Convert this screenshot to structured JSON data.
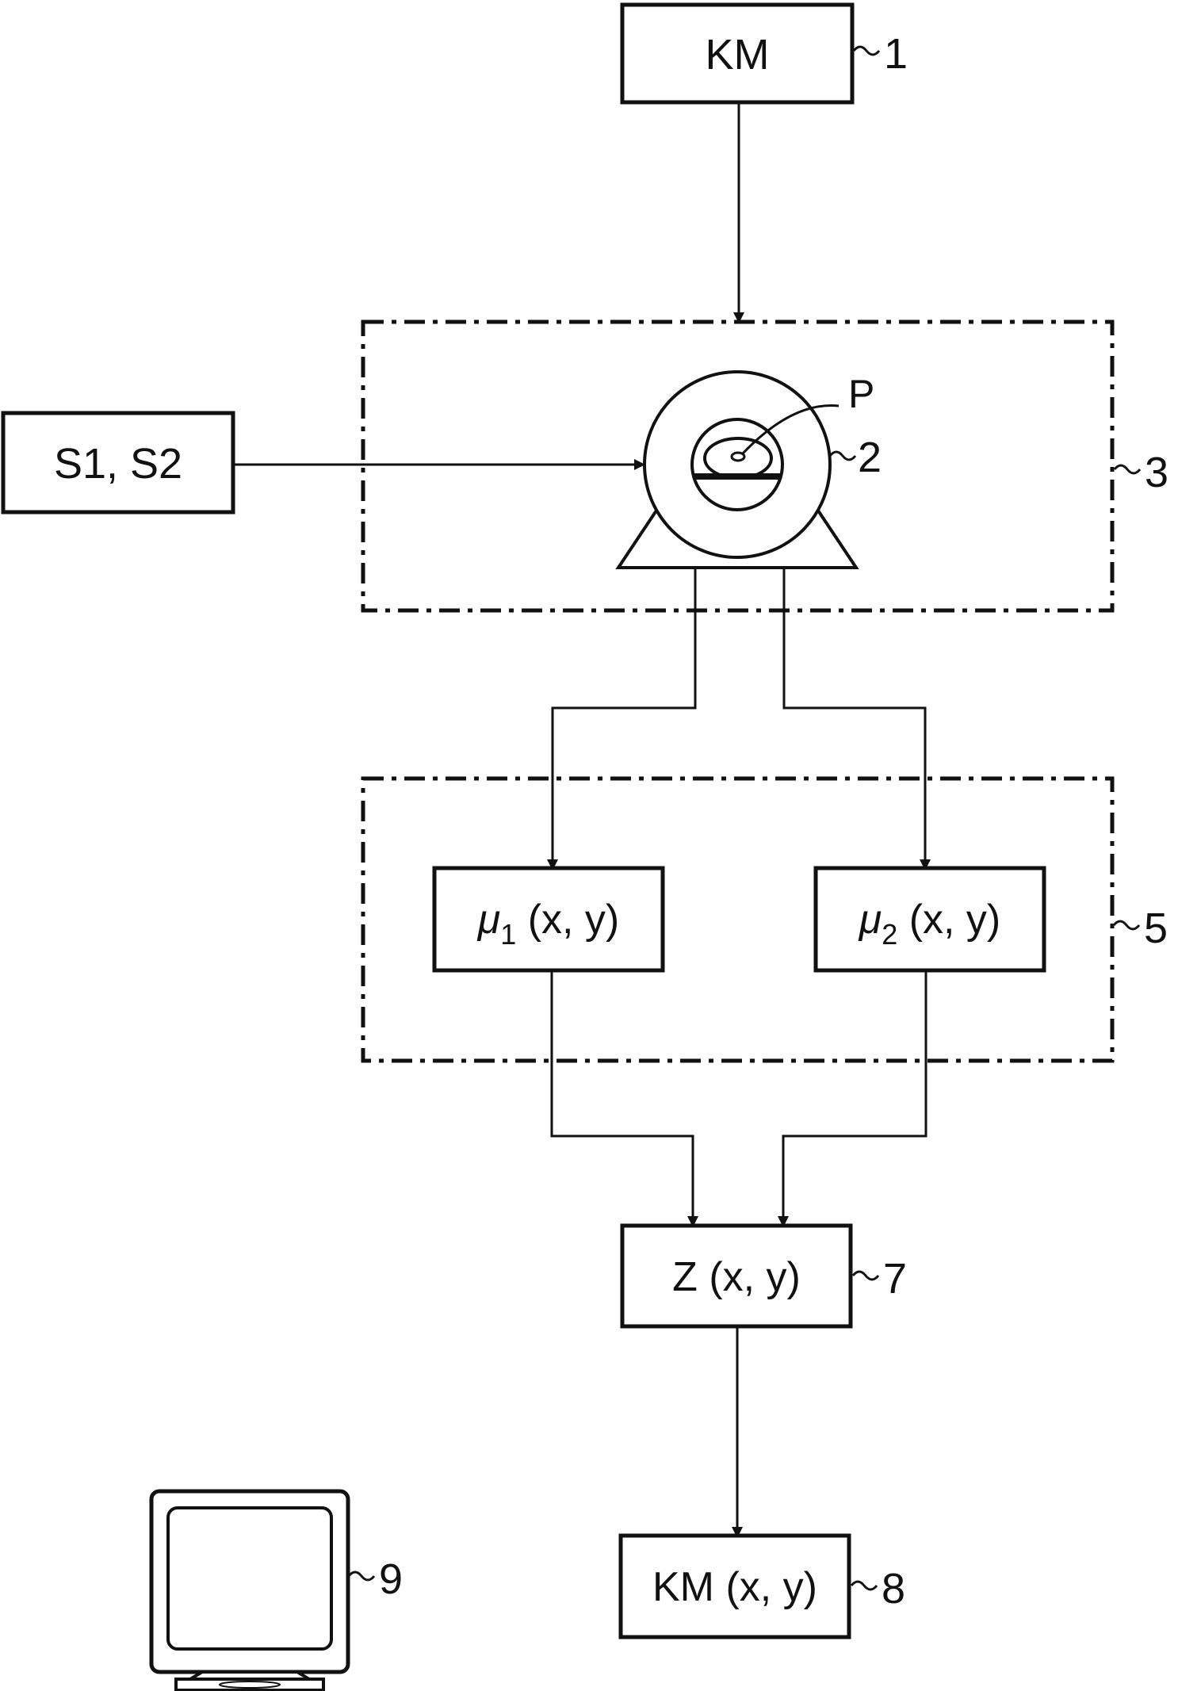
{
  "blocks": {
    "km": "KM",
    "s1s2": "S1, S2",
    "mu1_sym": "μ",
    "mu1_sub": "1",
    "mu1_args": " (x, y)",
    "mu2_sym": "μ",
    "mu2_sub": "2",
    "mu2_args": " (x, y)",
    "z": "Z (x, y)",
    "km_xy": "KM (x, y)",
    "p": "P"
  },
  "refs": {
    "r1": "1",
    "r2": "2",
    "r3": "3",
    "r5": "5",
    "r7": "7",
    "r8": "8",
    "r9": "9"
  },
  "colors": {
    "ink": "#111111",
    "paper": "#ffffff"
  }
}
